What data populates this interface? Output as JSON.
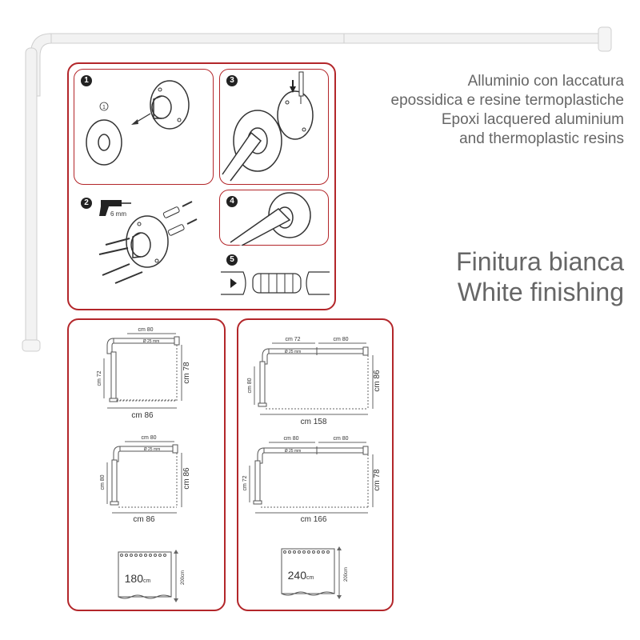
{
  "material_lines": [
    "Alluminio con laccatura",
    "epossidica e resine termoplastiche",
    "Epoxi lacquered aluminium",
    "and thermoplastic resins"
  ],
  "finish_lines": [
    "Finitura bianca",
    "White finishing"
  ],
  "steps": {
    "s1_label": "1",
    "s1_sub": "1",
    "s2_label": "2",
    "s2_drill": "6 mm",
    "s3_label": "3",
    "s4_label": "4",
    "s5_label": "5"
  },
  "configs": {
    "a": {
      "top": "cm 80",
      "side": "cm 72",
      "dia": "Ø 25 mm",
      "height": "cm 78",
      "width": "cm 86"
    },
    "b": {
      "top": "cm 80",
      "side": "cm 80",
      "dia": "Ø 25 mm",
      "height": "cm 86",
      "width": "cm 86"
    },
    "c": {
      "top1": "cm 72",
      "top2": "cm 80",
      "side": "cm 80",
      "dia": "Ø 25 mm",
      "height": "cm 86",
      "width": "cm 158"
    },
    "d": {
      "top1": "cm 80",
      "top2": "cm 80",
      "side": "cm 72",
      "dia": "Ø 25 mm",
      "height": "cm 78",
      "width": "cm 166"
    }
  },
  "curtains": {
    "left": {
      "width_num": "180",
      "width_unit": "cm",
      "height": "200cm"
    },
    "right": {
      "width_num": "240",
      "width_unit": "cm",
      "height": "200cm"
    }
  }
}
